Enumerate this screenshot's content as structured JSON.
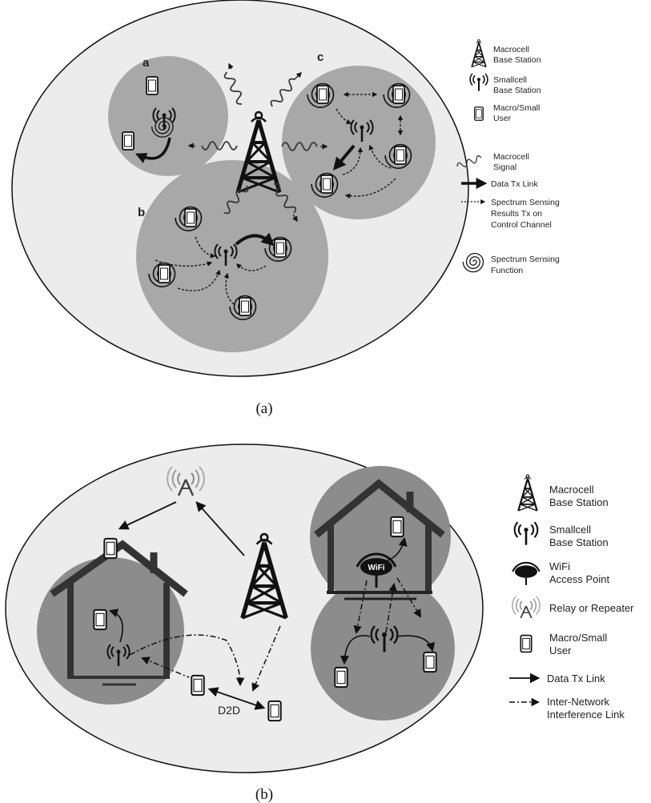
{
  "panel_a": {
    "caption": "(a)",
    "cells": {
      "a": "a",
      "b": "b",
      "c": "c"
    },
    "legend": [
      {
        "icon": "macrocell-tower-icon",
        "text": [
          "Macrocell",
          "Base Station"
        ]
      },
      {
        "icon": "smallcell-icon",
        "text": [
          "Smallcell",
          "Base Station"
        ]
      },
      {
        "icon": "phone-icon",
        "text": [
          "Macro/Small",
          "User"
        ]
      },
      {
        "icon": "macrocell-signal-icon",
        "text": [
          "Macrocell",
          "Signal"
        ]
      },
      {
        "icon": "bold-arrow-icon",
        "text": [
          "Data Tx Link"
        ]
      },
      {
        "icon": "dashed-arrow-icon",
        "text": [
          "Spectrum Sensing",
          "Results Tx on",
          "Control Channel"
        ]
      },
      {
        "icon": "spiral-icon",
        "text": [
          "Spectrum Sensing",
          "Function"
        ]
      }
    ]
  },
  "panel_b": {
    "caption": "(b)",
    "d2d_label": "D2D",
    "wifi_label": "WiFi",
    "legend": [
      {
        "icon": "macrocell-tower-icon",
        "text": [
          "Macrocell",
          "Base Station"
        ]
      },
      {
        "icon": "smallcell-icon",
        "text": [
          "Smallcell",
          "Base Station"
        ]
      },
      {
        "icon": "wifi-ap-icon",
        "text": [
          "WiFi",
          "Access Point"
        ]
      },
      {
        "icon": "relay-icon",
        "text": [
          "Relay or Repeater"
        ]
      },
      {
        "icon": "phone-icon",
        "text": [
          "Macro/Small",
          "User"
        ]
      },
      {
        "icon": "solid-arrow-icon",
        "text": [
          "Data Tx Link"
        ]
      },
      {
        "icon": "dashdot-arrow-icon",
        "text": [
          "Inter-Network",
          "Interference Link"
        ]
      }
    ]
  }
}
